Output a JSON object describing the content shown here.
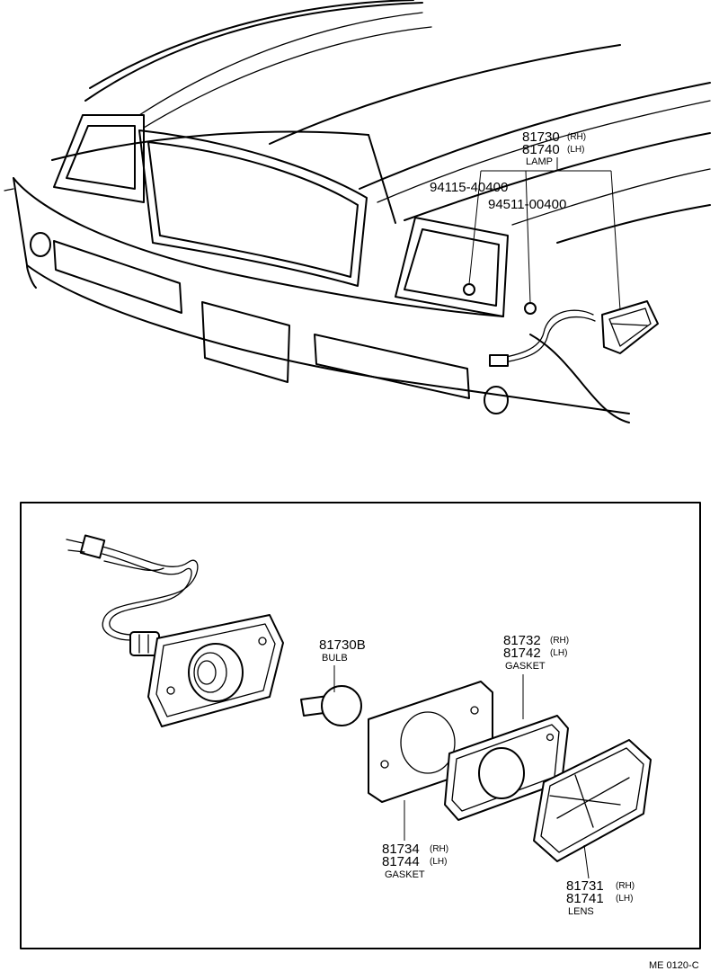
{
  "callouts": {
    "lamp": {
      "part_rh": "81730",
      "tag_rh": "(RH)",
      "part_lh": "81740",
      "tag_lh": "(LH)",
      "caption": "LAMP"
    },
    "screw": {
      "part": "94115-40400"
    },
    "nut": {
      "part": "94511-00400"
    },
    "bulb": {
      "part": "81730B",
      "caption": "BULB"
    },
    "gasket_outer": {
      "part_rh": "81732",
      "tag_rh": "(RH)",
      "part_lh": "81742",
      "tag_lh": "(LH)",
      "caption": "GASKET"
    },
    "gasket_inner": {
      "part_rh": "81734",
      "tag_rh": "(RH)",
      "part_lh": "81744",
      "tag_lh": "(LH)",
      "caption": "GASKET"
    },
    "lens": {
      "part_rh": "81731",
      "tag_rh": "(RH)",
      "part_lh": "81741",
      "tag_lh": "(LH)",
      "caption": "LENS"
    }
  },
  "figure_code": "ME 0120-C"
}
